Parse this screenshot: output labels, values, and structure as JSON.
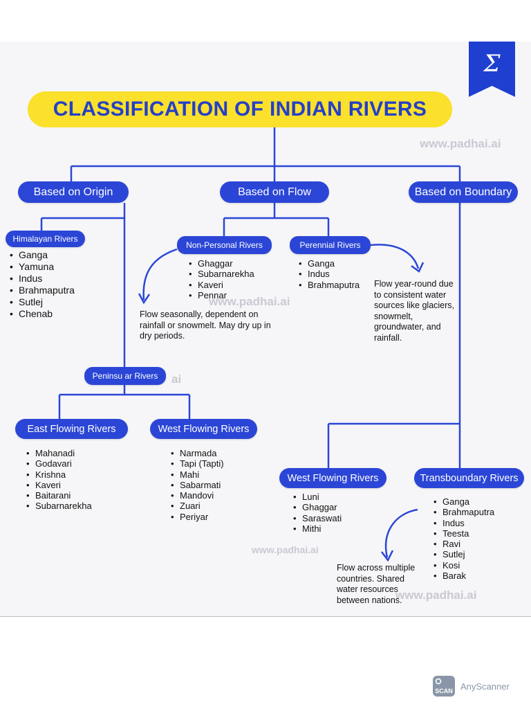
{
  "title": "CLASSIFICATION OF INDIAN RIVERS",
  "colors": {
    "title_fill": "#fbe02c",
    "title_text": "#2440c6",
    "pill_fill": "#2b46d6",
    "connector": "#2b46d6",
    "logo_fill": "#1f3fd0"
  },
  "watermark": "www.padhai.ai",
  "watermark_partial": "ai",
  "categories": {
    "origin": "Based on Origin",
    "flow": "Based on Flow",
    "boundary": "Based on Boundary"
  },
  "origin": {
    "himalayan": {
      "label": "Himalayan Rivers",
      "rivers": [
        "Ganga",
        "Yamuna",
        "Indus",
        "Brahmaputra",
        "Sutlej",
        "Chenab"
      ]
    },
    "peninsular": {
      "label": "Peninsu ar Rivers"
    },
    "east_flowing": {
      "label": "East Flowing Rivers",
      "rivers": [
        "Mahanadi",
        "Godavari",
        "Krishna",
        "Kaveri",
        "Baitarani",
        "Subarnarekha"
      ]
    },
    "west_flowing": {
      "label": "West Flowing Rivers",
      "rivers": [
        "Narmada",
        "Tapi (Tapti)",
        "Mahi",
        "Sabarmati",
        "Mandovi",
        "Zuari",
        "Periyar"
      ]
    }
  },
  "flow": {
    "non_perennial": {
      "label": "Non-Personal Rivers",
      "rivers": [
        "Ghaggar",
        "Subarnarekha",
        "Kaveri",
        "Pennar"
      ],
      "note": "Flow seasonally, dependent on rainfall or snowmelt. May dry up in dry periods."
    },
    "perennial": {
      "label": "Perennial Rivers",
      "rivers": [
        "Ganga",
        "Indus",
        "Brahmaputra"
      ],
      "note": "Flow year-round due to consistent water sources like glaciers, snowmelt, groundwater, and rainfall."
    }
  },
  "boundary": {
    "west_flowing": {
      "label": "West Flowing Rivers",
      "rivers": [
        "Luni",
        "Ghaggar",
        "Saraswati",
        "Mithi"
      ]
    },
    "transboundary": {
      "label": "Transboundary Rivers",
      "rivers": [
        "Ganga",
        "Brahmaputra",
        "Indus",
        "Teesta",
        "Ravi",
        "Sutlej",
        "Kosi",
        "Barak"
      ],
      "note": "Flow across multiple countries. Shared water resources between nations."
    }
  },
  "logo": {
    "glyph": "Σ",
    "icon": "sigma-bookmark-icon"
  },
  "scanner": {
    "badge": "SCAN",
    "label": "AnyScanner",
    "icon": "scanner-icon"
  }
}
